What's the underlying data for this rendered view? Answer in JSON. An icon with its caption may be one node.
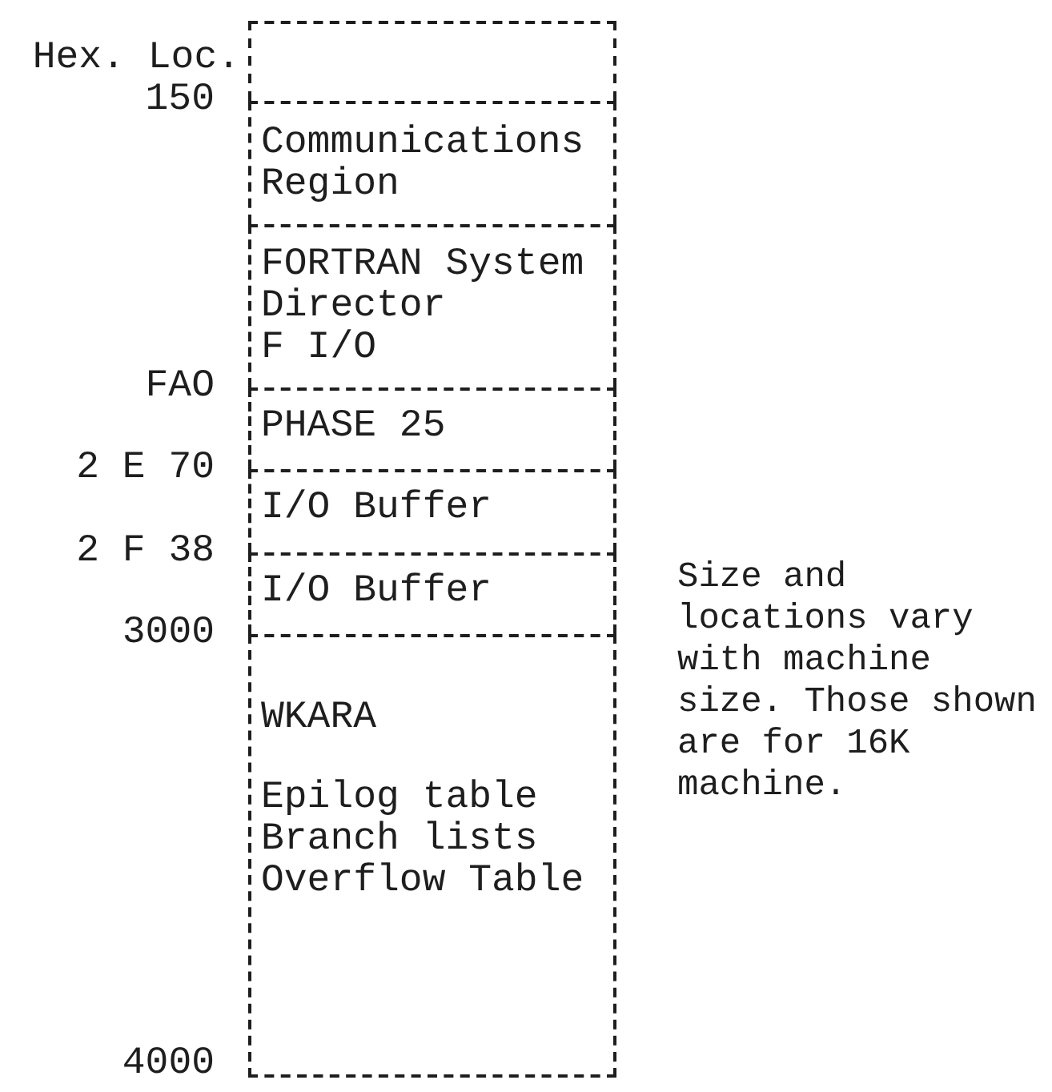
{
  "diagram": {
    "nodes": [
      {
        "text": [],
        "shape": "box"
      },
      {
        "text": [
          "Communications Region"
        ]
      },
      {
        "text": [
          "FORTRAN System Director",
          "F I/O"
        ]
      },
      {
        "text": [
          "PHASE 25"
        ]
      },
      {
        "text": [
          "I/O Buffer"
        ]
      },
      {
        "text": [
          "I/O Buffer"
        ]
      },
      {
        "text": [
          "WKARA",
          "Epilog table",
          "Branch lists",
          "Overflow Table"
        ]
      }
    ],
    "labels": [
      "Hex. Loc.",
      "150",
      "FAO",
      "2 E 70",
      "2 F 38",
      "3000",
      "4000",
      "Size and locations vary with machine size. Those shown are for 16K machine."
    ]
  }
}
